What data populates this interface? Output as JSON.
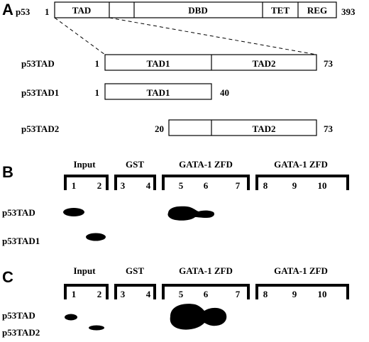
{
  "panel_a": {
    "label": "A",
    "p53": {
      "name": "p53",
      "start": "1",
      "end": "393",
      "domains": [
        "TAD",
        "DBD",
        "TET",
        "REG"
      ]
    },
    "constructs": [
      {
        "name": "p53TAD",
        "start": "1",
        "end": "73",
        "domains": [
          "TAD1",
          "TAD2"
        ]
      },
      {
        "name": "p53TAD1",
        "start": "1",
        "end": "40",
        "domains": [
          "TAD1"
        ]
      },
      {
        "name": "p53TAD2",
        "start": "20",
        "end": "73",
        "domains": [
          "TAD2"
        ]
      }
    ]
  },
  "panel_b": {
    "label": "B",
    "groups": [
      "Input",
      "GST",
      "GATA-1 ZFD",
      "GATA-1 ZFD"
    ],
    "lanes": [
      "1",
      "2",
      "3",
      "4",
      "5",
      "6",
      "7",
      "8",
      "9",
      "10"
    ],
    "rows": [
      "p53TAD",
      "p53TAD1"
    ]
  },
  "panel_c": {
    "label": "C",
    "groups": [
      "Input",
      "GST",
      "GATA-1 ZFD",
      "GATA-1 ZFD"
    ],
    "lanes": [
      "1",
      "2",
      "3",
      "4",
      "5",
      "6",
      "7",
      "8",
      "9",
      "10"
    ],
    "rows": [
      "p53TAD",
      "p53TAD2"
    ]
  }
}
